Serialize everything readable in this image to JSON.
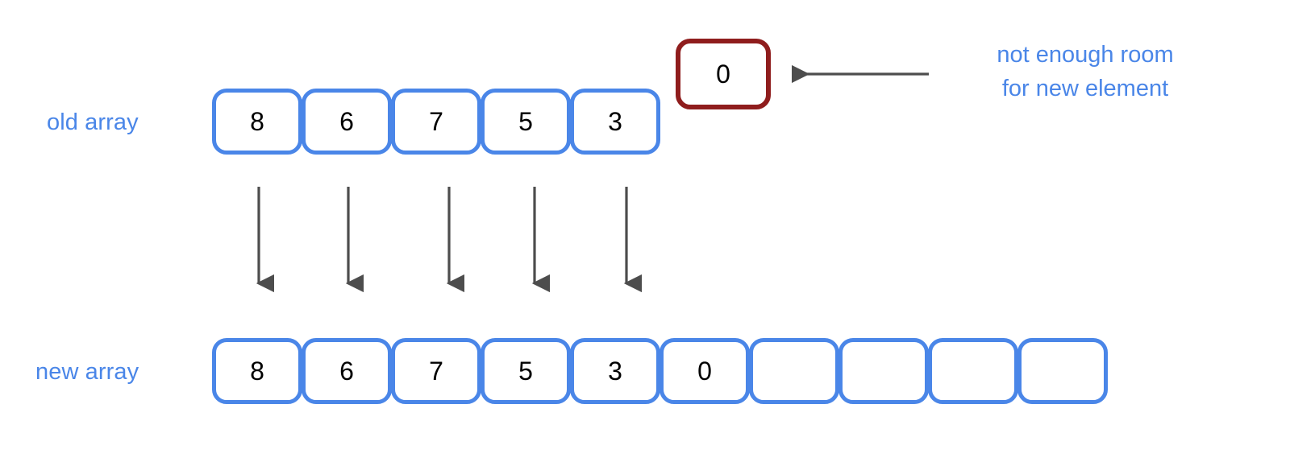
{
  "diagram": {
    "title": "array resize / grow diagram",
    "colors": {
      "array_border": "#4a86e8",
      "overflow_border": "#8f1d1d",
      "label_text": "#4a86e8",
      "arrow": "#4d4d4d",
      "cell_text": "#000000",
      "background": "#ffffff"
    }
  },
  "old_array": {
    "label": "old array",
    "capacity": 5,
    "cells": [
      {
        "value": "8"
      },
      {
        "value": "6"
      },
      {
        "value": "7"
      },
      {
        "value": "5"
      },
      {
        "value": "3"
      }
    ]
  },
  "overflow": {
    "value": "0",
    "name": "new element that does not fit"
  },
  "annotation": {
    "line1": "not enough room",
    "line2": "for new element",
    "arrow": "leftward-arrow"
  },
  "new_array": {
    "label": "new array",
    "capacity": 10,
    "cells": [
      {
        "value": "8",
        "empty": false
      },
      {
        "value": "6",
        "empty": false
      },
      {
        "value": "7",
        "empty": false
      },
      {
        "value": "5",
        "empty": false
      },
      {
        "value": "3",
        "empty": false
      },
      {
        "value": "0",
        "empty": false
      },
      {
        "value": "",
        "empty": true
      },
      {
        "value": "",
        "empty": true
      },
      {
        "value": "",
        "empty": true
      },
      {
        "value": "",
        "empty": true
      }
    ]
  },
  "copy_arrows": {
    "count": 5,
    "description": "downward copy arrows from each old-array cell to the matching new-array cell"
  }
}
